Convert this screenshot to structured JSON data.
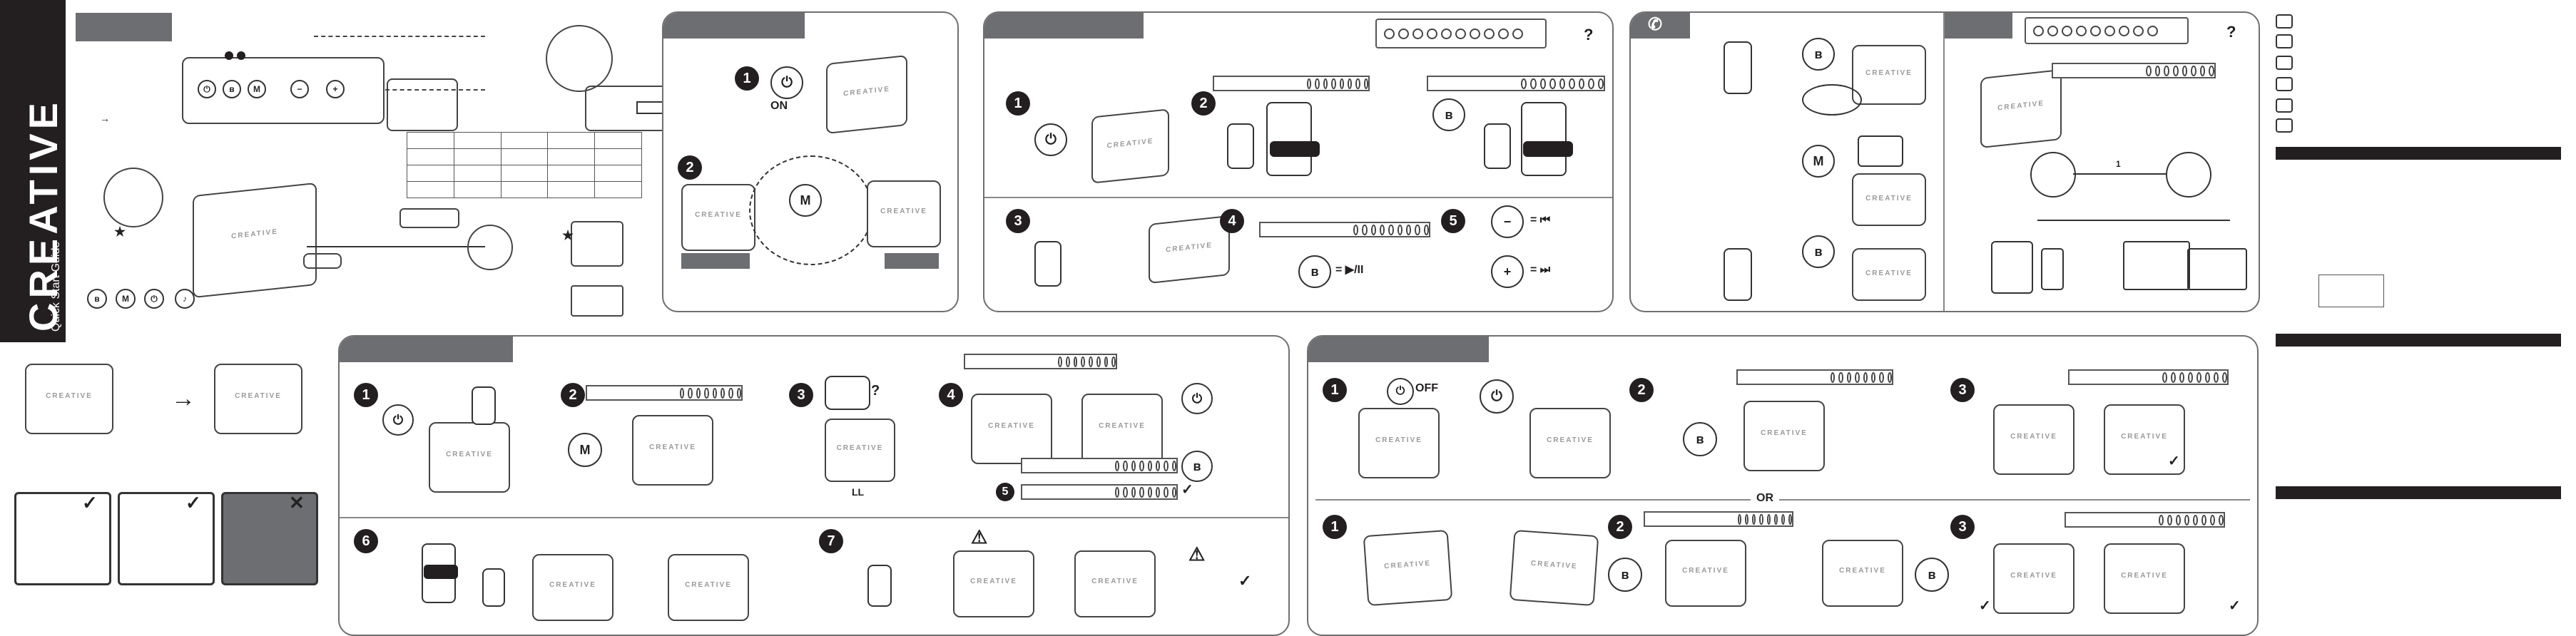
{
  "brand": {
    "logo_text": "CREATIVE",
    "subtitle": "Quick Start Guide"
  },
  "steps": {
    "s1": "1",
    "s2": "2",
    "s3": "3",
    "s4": "4",
    "s5": "5",
    "s6": "6",
    "s7": "7"
  },
  "labels": {
    "on": "ON",
    "off": "OFF",
    "or": "OR",
    "ll": "LL",
    "question": "?",
    "prev_track": "= ⏮",
    "next_track": "= ⏭",
    "play_pause": "= ▶/II",
    "star": "★",
    "check": "✓",
    "cross": "✕",
    "warning": "⚠",
    "arrow": "→",
    "plus_or_one": "1",
    "btn_m": "M",
    "btn_bt": "ʙ",
    "btn_power": "⏻",
    "btn_plus": "+",
    "btn_minus": "−",
    "phone_icon": "✆"
  },
  "colors": {
    "header_gray": "#6d6e71",
    "dark": "#231f20",
    "border": "#6f6f6f"
  }
}
